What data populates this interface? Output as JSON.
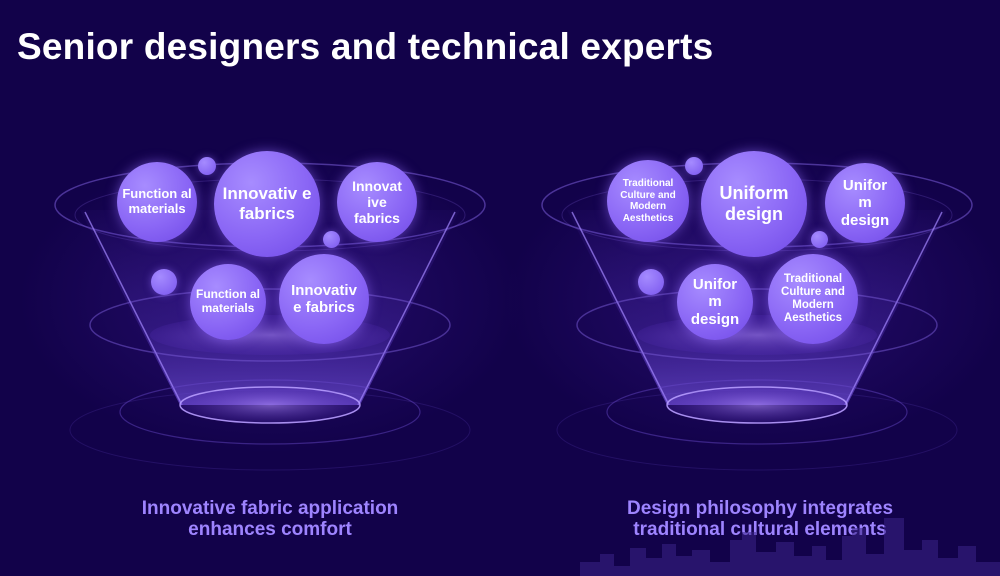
{
  "title": "Senior designers and technical experts",
  "left_group": {
    "bubbles": [
      {
        "label": "Function al materials"
      },
      {
        "label": "Innovativ e fabrics"
      },
      {
        "label": "Innovat ive fabrics"
      },
      {
        "label": "Function al materials"
      },
      {
        "label": "Innovativ e fabrics"
      }
    ],
    "caption_line1": "Innovative fabric application",
    "caption_line2": "enhances comfort"
  },
  "right_group": {
    "bubbles": [
      {
        "label": "Traditional Culture and Modern Aesthetics"
      },
      {
        "label": "Uniform design"
      },
      {
        "label": "Unifor m design"
      },
      {
        "label": "Unifor m design"
      },
      {
        "label": "Traditional Culture and Modern Aesthetics"
      }
    ],
    "caption_line1": "Design philosophy integrates",
    "caption_line2": "traditional cultural elements"
  },
  "colors": {
    "background": "#12024a",
    "bubble": "#8a66f5",
    "caption": "#9e84ff"
  }
}
